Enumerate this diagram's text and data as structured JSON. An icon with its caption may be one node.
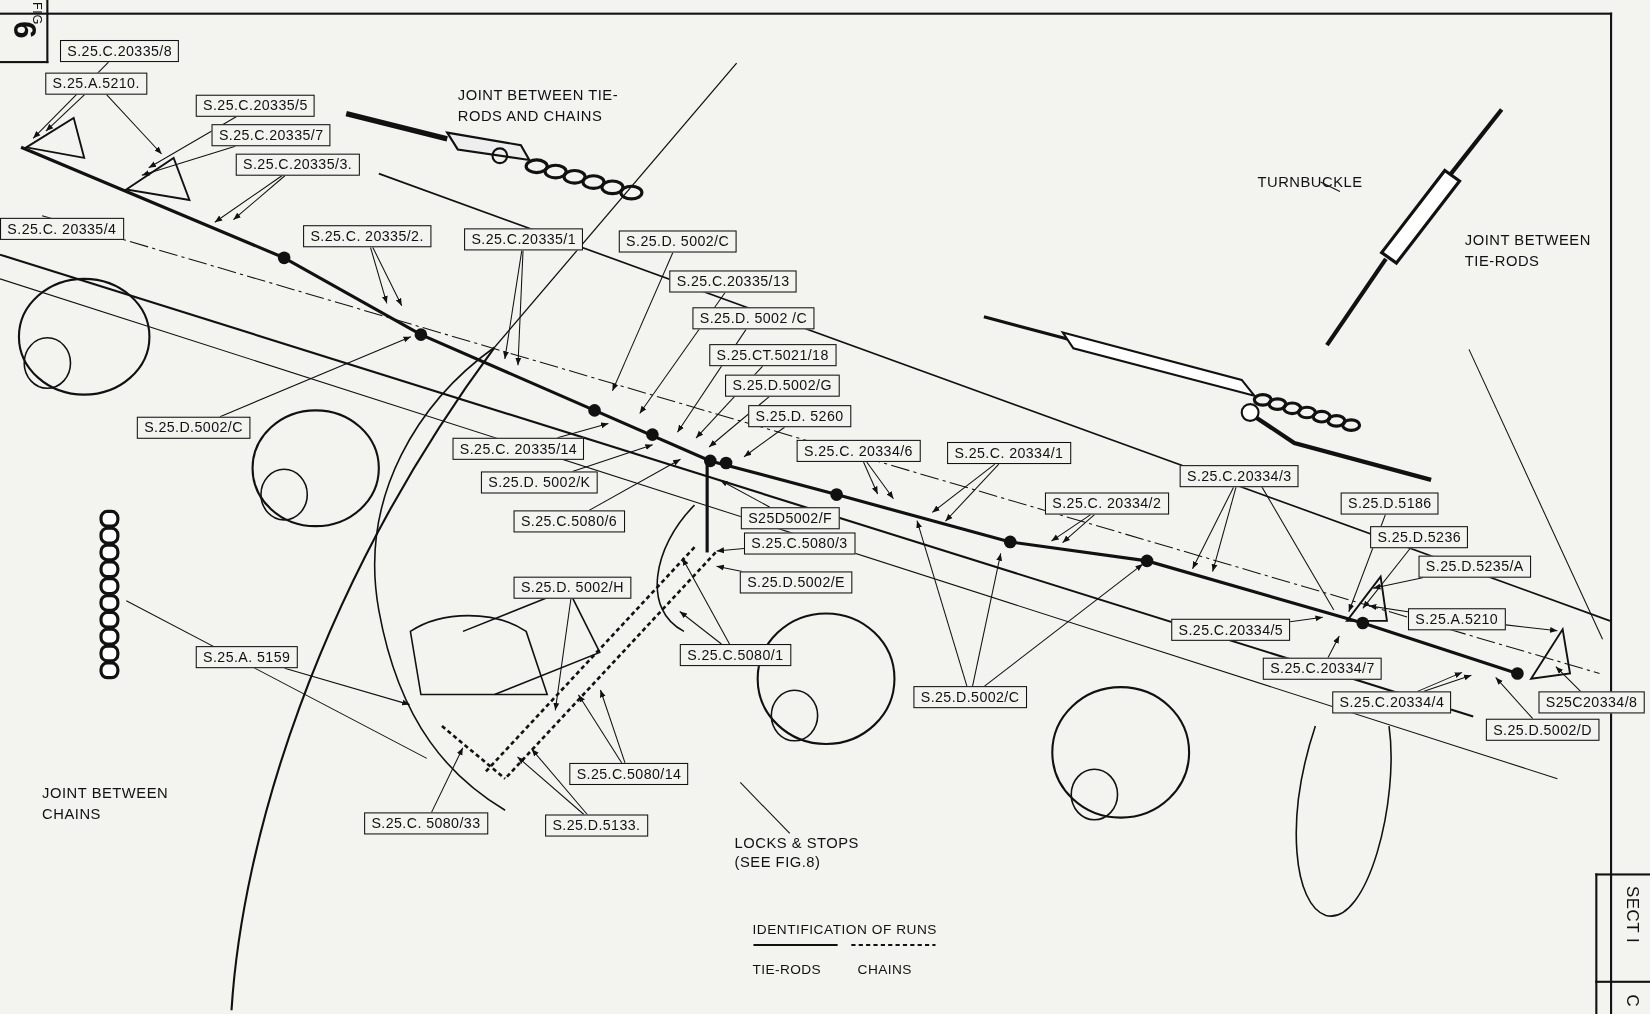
{
  "diagram": {
    "nodes": [
      {
        "text": [
          "S.25.C.20335/8"
        ]
      },
      {
        "text": [
          "S.25.A.5210."
        ]
      },
      {
        "text": [
          "S.25.C.20335/5"
        ]
      },
      {
        "text": [],
        "shape": "picture"
      },
      {
        "text": [
          "S.25.C.20335/7"
        ]
      },
      {
        "text": [
          "S.25.C.20335/3."
        ]
      },
      {
        "text": [
          "TURNBUCKLE"
        ]
      },
      {
        "text": [],
        "shape": "picture"
      },
      {
        "text": [
          "S.25.C. 20335/4"
        ]
      },
      {
        "text": [
          "S.25.C. 20335/2."
        ]
      },
      {
        "text": [
          "S.25.C.20335/1"
        ]
      },
      {
        "text": [
          "S.25.D. 5002/C"
        ]
      },
      {
        "text": [
          "S.25.C.20335/13"
        ]
      },
      {
        "text": [
          "S.25.D. 5002 /C"
        ]
      },
      {
        "text": [],
        "shape": "picture"
      },
      {
        "text": [
          "S.25.CT.5021/18"
        ]
      },
      {
        "text": [
          "S.25.D.5002/G"
        ]
      },
      {
        "text": [
          "S.25.D. 5260"
        ]
      },
      {
        "text": [
          "S.25.D.5002/C"
        ]
      },
      {
        "text": [
          "S.25.C. 20335/14"
        ]
      },
      {
        "text": [
          "S.25.C. 20334/6"
        ]
      },
      {
        "text": [
          "S.25.C. 20334/1"
        ]
      },
      {
        "text": [
          "S.25.C.20334/3"
        ]
      },
      {
        "text": [
          "S.25.D. 5002/K"
        ]
      },
      {
        "text": [
          "S.25.C. 20334/2"
        ]
      },
      {
        "text": [
          "S.25.D.5186"
        ]
      },
      {
        "text": [],
        "shape": "picture"
      },
      {
        "text": [
          "S25D5002/F"
        ]
      },
      {
        "text": [
          "S.25.C.5080/6"
        ]
      },
      {
        "text": [
          "S.25.D.5236"
        ]
      },
      {
        "text": [
          "S.25.C.5080/3"
        ]
      },
      {
        "text": [
          "S.25.D.5235/A"
        ]
      },
      {
        "text": [
          "S.25.D.5002/E"
        ]
      },
      {
        "text": [
          "S.25.D. 5002/H"
        ]
      },
      {
        "text": [
          "S.25.A.5210"
        ]
      },
      {
        "text": [
          "S.25.C.20334/5"
        ]
      },
      {
        "text": [
          "S.25.C.5080/1"
        ]
      },
      {
        "text": [
          "S.25.A. 5159"
        ]
      },
      {
        "text": [
          "S.25.C.20334/7"
        ]
      },
      {
        "text": [
          "S.25.D.5002/C"
        ]
      },
      {
        "text": [
          "S.25.C.20334/4"
        ]
      },
      {
        "text": [
          "S25C20334/8"
        ]
      },
      {
        "text": [
          "S.25.D.5002/D"
        ]
      },
      {
        "text": [
          "S.25.C.5080/14"
        ]
      },
      {
        "text": [
          "S.25.C. 5080/33"
        ]
      },
      {
        "text": [
          "S.25.D.5133."
        ]
      },
      {
        "text": [
          "LOCKS & STOPS (SEE FIG.8)"
        ]
      }
    ],
    "edges": [
      {
        "from": 0,
        "to": null,
        "arrow": "to"
      },
      {
        "from": 1,
        "to": null,
        "arrow": "to"
      },
      {
        "from": 1,
        "to": null,
        "arrow": "to"
      },
      {
        "from": 2,
        "to": null,
        "arrow": "to"
      },
      {
        "from": 4,
        "to": null,
        "arrow": "to"
      },
      {
        "from": 5,
        "to": null,
        "arrow": "to"
      },
      {
        "from": 5,
        "to": null,
        "arrow": "to"
      },
      {
        "from": 6,
        "to": 7,
        "arrow": "none"
      },
      {
        "from": 7,
        "to": null,
        "arrow": "none"
      },
      {
        "from": 9,
        "to": null,
        "arrow": "to"
      },
      {
        "from": 9,
        "to": null,
        "arrow": "to"
      },
      {
        "from": 10,
        "to": null,
        "arrow": "to"
      },
      {
        "from": 10,
        "to": null,
        "arrow": "to"
      },
      {
        "from": 11,
        "to": null,
        "arrow": "to"
      },
      {
        "from": 12,
        "to": null,
        "arrow": "to"
      },
      {
        "from": 13,
        "to": null,
        "arrow": "to"
      },
      {
        "from": 14,
        "to": null,
        "arrow": "none"
      },
      {
        "from": 15,
        "to": null,
        "arrow": "to"
      },
      {
        "from": 16,
        "to": null,
        "arrow": "to"
      },
      {
        "from": 17,
        "to": null,
        "arrow": "to"
      },
      {
        "from": 18,
        "to": null,
        "arrow": "to"
      },
      {
        "from": 19,
        "to": null,
        "arrow": "to"
      },
      {
        "from": 20,
        "to": null,
        "arrow": "to"
      },
      {
        "from": 20,
        "to": null,
        "arrow": "to"
      },
      {
        "from": 21,
        "to": null,
        "arrow": "to"
      },
      {
        "from": 21,
        "to": null,
        "arrow": "to"
      },
      {
        "from": 22,
        "to": null,
        "arrow": "to"
      },
      {
        "from": 22,
        "to": null,
        "arrow": "to"
      },
      {
        "from": 23,
        "to": null,
        "arrow": "to"
      },
      {
        "from": 24,
        "to": null,
        "arrow": "to"
      },
      {
        "from": 24,
        "to": null,
        "arrow": "to"
      },
      {
        "from": 25,
        "to": null,
        "arrow": "to"
      },
      {
        "from": 26,
        "to": null,
        "arrow": "none"
      },
      {
        "from": 27,
        "to": null,
        "arrow": "to"
      },
      {
        "from": 28,
        "to": null,
        "arrow": "to"
      },
      {
        "from": 29,
        "to": null,
        "arrow": "to"
      },
      {
        "from": 30,
        "to": null,
        "arrow": "to"
      },
      {
        "from": 31,
        "to": null,
        "arrow": "to"
      },
      {
        "from": 32,
        "to": null,
        "arrow": "to"
      },
      {
        "from": 33,
        "to": null,
        "arrow": "to"
      },
      {
        "from": 34,
        "to": null,
        "arrow": "to"
      },
      {
        "from": 34,
        "to": null,
        "arrow": "to"
      },
      {
        "from": 35,
        "to": null,
        "arrow": "to"
      },
      {
        "from": 36,
        "to": null,
        "arrow": "to"
      },
      {
        "from": 36,
        "to": null,
        "arrow": "to"
      },
      {
        "from": 37,
        "to": null,
        "arrow": "to"
      },
      {
        "from": 38,
        "to": null,
        "arrow": "to"
      },
      {
        "from": 39,
        "to": null,
        "arrow": "to"
      },
      {
        "from": 39,
        "to": null,
        "arrow": "to"
      },
      {
        "from": 39,
        "to": null,
        "arrow": "to"
      },
      {
        "from": 40,
        "to": null,
        "arrow": "to"
      },
      {
        "from": 40,
        "to": null,
        "arrow": "to"
      },
      {
        "from": 41,
        "to": null,
        "arrow": "to"
      },
      {
        "from": 42,
        "to": null,
        "arrow": "to"
      },
      {
        "from": 43,
        "to": null,
        "arrow": "to"
      },
      {
        "from": 43,
        "to": null,
        "arrow": "to"
      },
      {
        "from": 44,
        "to": null,
        "arrow": "to"
      },
      {
        "from": 45,
        "to": null,
        "arrow": "to"
      },
      {
        "from": 45,
        "to": null,
        "arrow": "to"
      },
      {
        "from": 46,
        "to": null,
        "arrow": "none"
      }
    ],
    "labels": [
      "FIG.",
      "6",
      "JOINT BETWEEN TIE-RODS AND CHAINS",
      "JOINT BETWEEN TIE-RODS",
      "JOINT BETWEEN CHAINS",
      "IDENTIFICATION OF RUNS",
      "SECT I",
      "C"
    ],
    "legend": [
      {
        "text": "TIE-RODS"
      },
      {
        "text": "CHAINS"
      }
    ]
  }
}
